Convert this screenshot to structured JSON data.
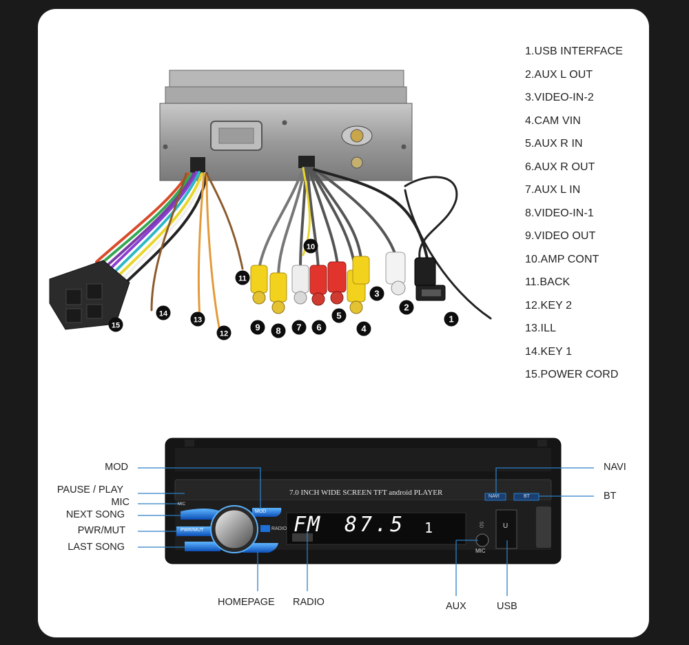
{
  "connectors": [
    {
      "num": "1",
      "name": "USB INTERFACE",
      "text": "1.USB INTERFACE"
    },
    {
      "num": "2",
      "name": "AUX L OUT",
      "text": "2.AUX L OUT"
    },
    {
      "num": "3",
      "name": "VIDEO-IN-2",
      "text": "3.VIDEO-IN-2"
    },
    {
      "num": "4",
      "name": "CAM VIN",
      "text": "4.CAM VIN"
    },
    {
      "num": "5",
      "name": "AUX R IN",
      "text": "5.AUX R IN"
    },
    {
      "num": "6",
      "name": "AUX R OUT",
      "text": "6.AUX R OUT"
    },
    {
      "num": "7",
      "name": "AUX L IN",
      "text": "7.AUX L IN"
    },
    {
      "num": "8",
      "name": "VIDEO-IN-1",
      "text": "8.VIDEO-IN-1"
    },
    {
      "num": "9",
      "name": "VIDEO OUT",
      "text": "9.VIDEO OUT"
    },
    {
      "num": "10",
      "name": "AMP CONT",
      "text": "10.AMP CONT"
    },
    {
      "num": "11",
      "name": "BACK",
      "text": "11.BACK"
    },
    {
      "num": "12",
      "name": "KEY 2",
      "text": "12.KEY 2"
    },
    {
      "num": "13",
      "name": "ILL",
      "text": "13.ILL"
    },
    {
      "num": "14",
      "name": "KEY 1",
      "text": "14.KEY 1"
    },
    {
      "num": "15",
      "name": "POWER CORD",
      "text": "15.POWER CORD"
    }
  ],
  "front_panel": {
    "header_text": "7.0 INCH WIDE SCREEN TFT android PLAYER",
    "display_band": "FM",
    "display_freq": "87.5",
    "display_preset": "1",
    "buttons": {
      "mod": "MOD",
      "pwr_mut": "PWR/MUT",
      "radio": "RADIO",
      "navi": "NAVI",
      "bt": "BT",
      "mic": "MIC",
      "usb": "U"
    },
    "mic_port_label": "MIC",
    "sd_label": "SD",
    "callouts": {
      "mod": "MOD",
      "pause_play": "PAUSE / PLAY",
      "mic": "MIC",
      "next_song": "NEXT SONG",
      "pwr_mut": "PWR/MUT",
      "last_song": "LAST SONG",
      "homepage": "HOMEPAGE",
      "radio": "RADIO",
      "aux": "AUX",
      "usb": "USB",
      "navi": "NAVI",
      "bt": "BT"
    }
  },
  "colors": {
    "page_bg": "#1a1a1a",
    "card_bg": "#ffffff",
    "callout_line": "#2a7fc8",
    "button_blue": "#1e6fd9",
    "display_text": "#ffffff"
  }
}
